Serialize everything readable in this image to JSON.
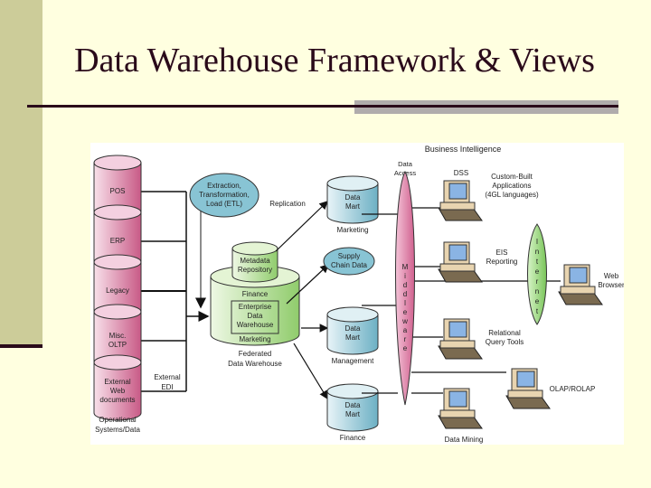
{
  "slide": {
    "title": "Data Warehouse Framework & Views",
    "colors": {
      "background": "#ffffe0",
      "left_bar": "#cccc99",
      "title_text": "#2a0a1a",
      "rule_accent": "#b0acac"
    }
  },
  "diagram": {
    "header": "Business Intelligence",
    "data_access_label": [
      "Data",
      "Access"
    ],
    "operational_label": [
      "Operational",
      "Systems/Data"
    ],
    "sources": [
      {
        "lines": [
          "POS"
        ]
      },
      {
        "lines": [
          "ERP"
        ]
      },
      {
        "lines": [
          "Legacy"
        ]
      },
      {
        "lines": [
          "Misc.",
          "OLTP"
        ]
      },
      {
        "lines": [
          "External",
          "Web",
          "documents"
        ]
      }
    ],
    "external_edi": [
      "External",
      "EDI"
    ],
    "etl": [
      "Extraction,",
      "Transformation,",
      "Load (ETL)"
    ],
    "replication": "Replication",
    "metadata": [
      "Metadata",
      "Repository"
    ],
    "warehouse": {
      "top_label": "Finance",
      "inner": [
        "Enterprise",
        "Data",
        "Warehouse"
      ],
      "bottom_label": "Marketing",
      "caption": [
        "Federated",
        "Data Warehouse"
      ]
    },
    "supply_chain": [
      "Supply",
      "Chain Data"
    ],
    "data_marts": [
      {
        "lines": [
          "Data",
          "Mart"
        ],
        "caption": "Marketing"
      },
      {
        "lines": [
          "Data",
          "Mart"
        ],
        "caption": "Management"
      },
      {
        "lines": [
          "Data",
          "Mart"
        ],
        "caption": "Finance"
      }
    ],
    "middleware": [
      "M",
      "i",
      "d",
      "d",
      "l",
      "e",
      "w",
      "a",
      "r",
      "e"
    ],
    "internet": [
      "I",
      "n",
      "t",
      "e",
      "r",
      "n",
      "e",
      "t"
    ],
    "clients": [
      {
        "label": [
          "DSS"
        ]
      },
      {
        "label": [
          "EIS",
          "Reporting"
        ]
      },
      {
        "label": [
          "Relational",
          "Query Tools"
        ]
      },
      {
        "label": [
          "Data Mining"
        ]
      },
      {
        "label": [
          "OLAP/ROLAP"
        ]
      },
      {
        "label": [
          "Web",
          "Browser"
        ]
      }
    ],
    "custom_apps": [
      "Custom-Built",
      "Applications",
      "(4GL languages)"
    ],
    "colors": {
      "source_db": "#d06890",
      "etl": "#88c4d4",
      "warehouse": "#a8d88c",
      "mart": "#88c4d4",
      "middleware": "#d86a98",
      "internet": "#88d068"
    }
  }
}
